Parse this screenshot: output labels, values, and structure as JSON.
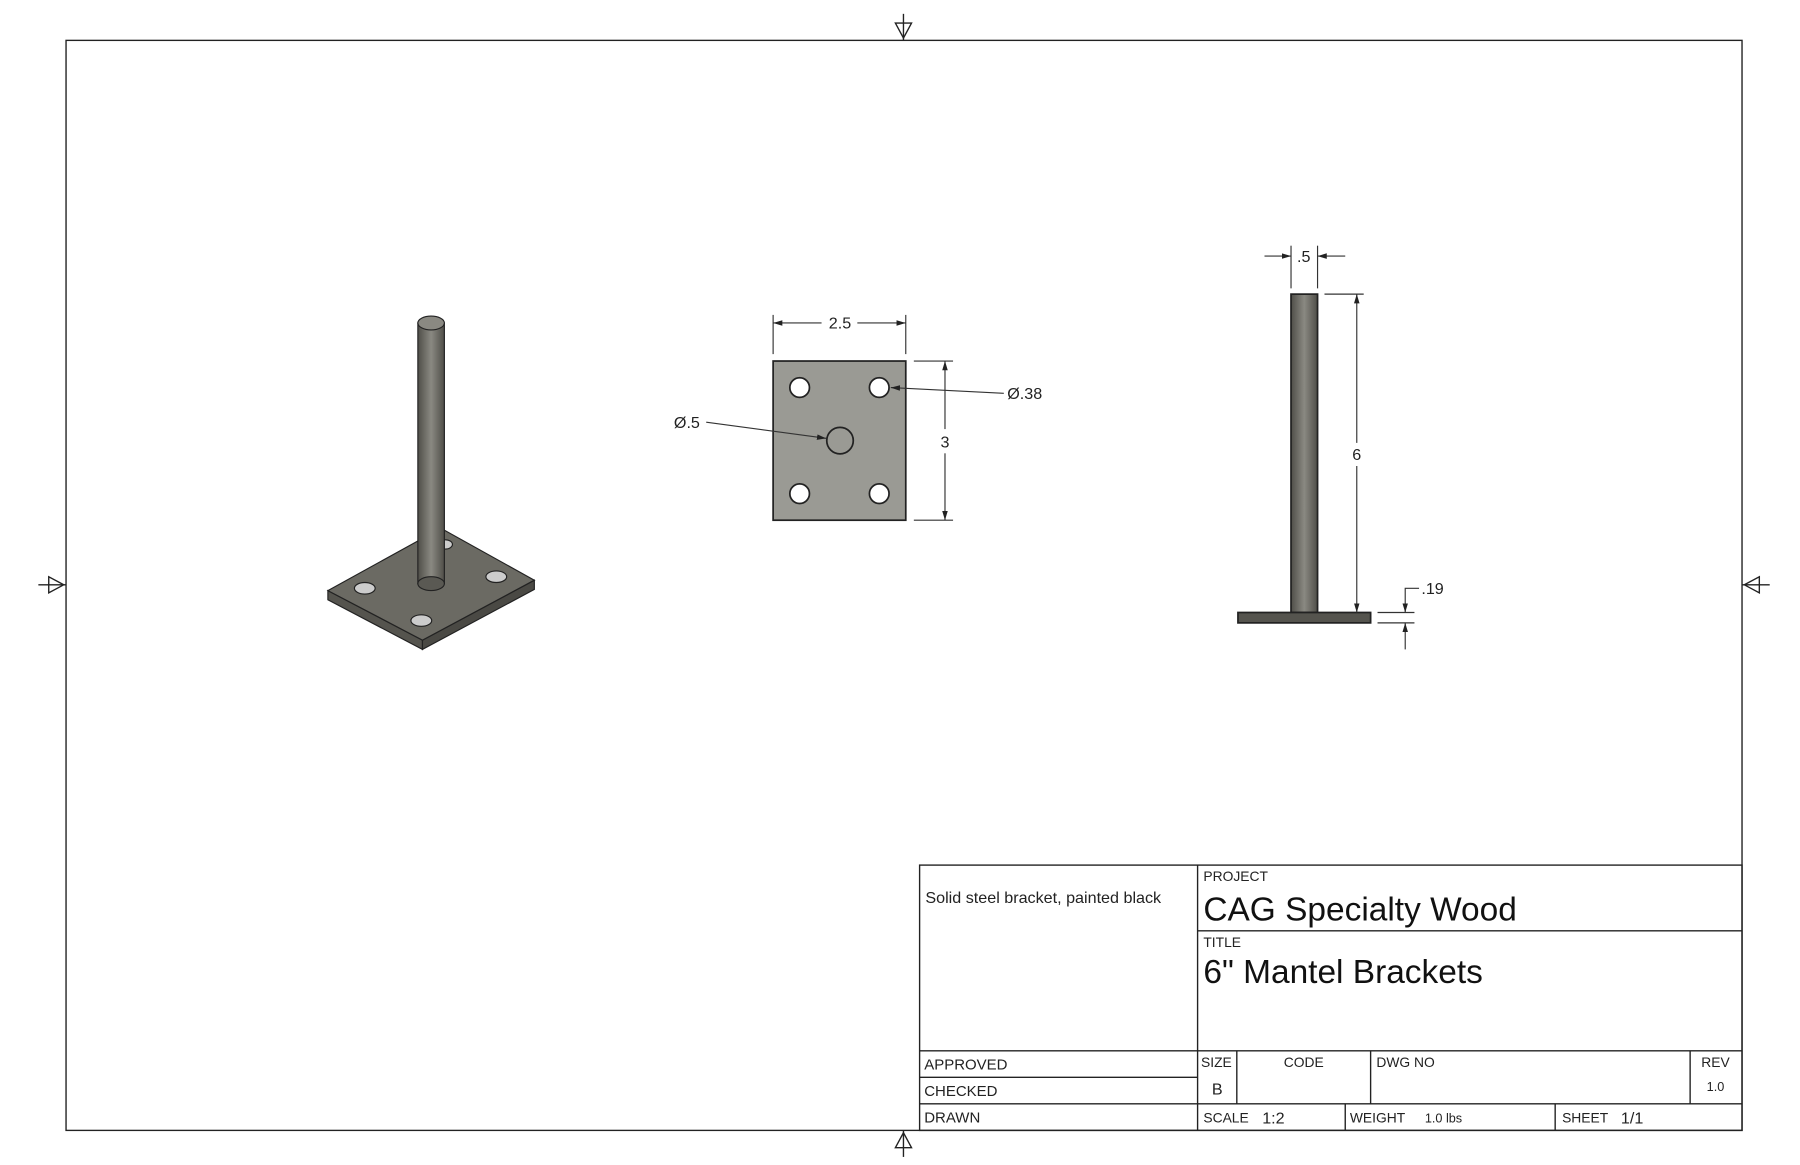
{
  "views": {
    "front": {
      "width_dim": "2.5",
      "height_dim": "3",
      "small_hole_dim": "Ø.38",
      "center_hole_dim": "Ø.5"
    },
    "side": {
      "rod_dia_dim": ".5",
      "rod_length_dim": "6",
      "plate_thickness_dim": ".19"
    }
  },
  "title_block": {
    "note": "Solid steel bracket, painted black",
    "project_label": "PROJECT",
    "project": "CAG Specialty Wood",
    "title_label": "TITLE",
    "title": "6\" Mantel Brackets",
    "approved_label": "APPROVED",
    "checked_label": "CHECKED",
    "drawn_label": "DRAWN",
    "size_label": "SIZE",
    "size": "B",
    "code_label": "CODE",
    "dwg_no_label": "DWG NO",
    "rev_label": "REV",
    "rev": "1.0",
    "scale_label": "SCALE",
    "scale": "1:2",
    "weight_label": "WEIGHT",
    "weight": "1.0 lbs",
    "sheet_label": "SHEET",
    "sheet": "1/1"
  },
  "colors": {
    "steel": "#6b6a63",
    "plate": "#9a9a94"
  }
}
